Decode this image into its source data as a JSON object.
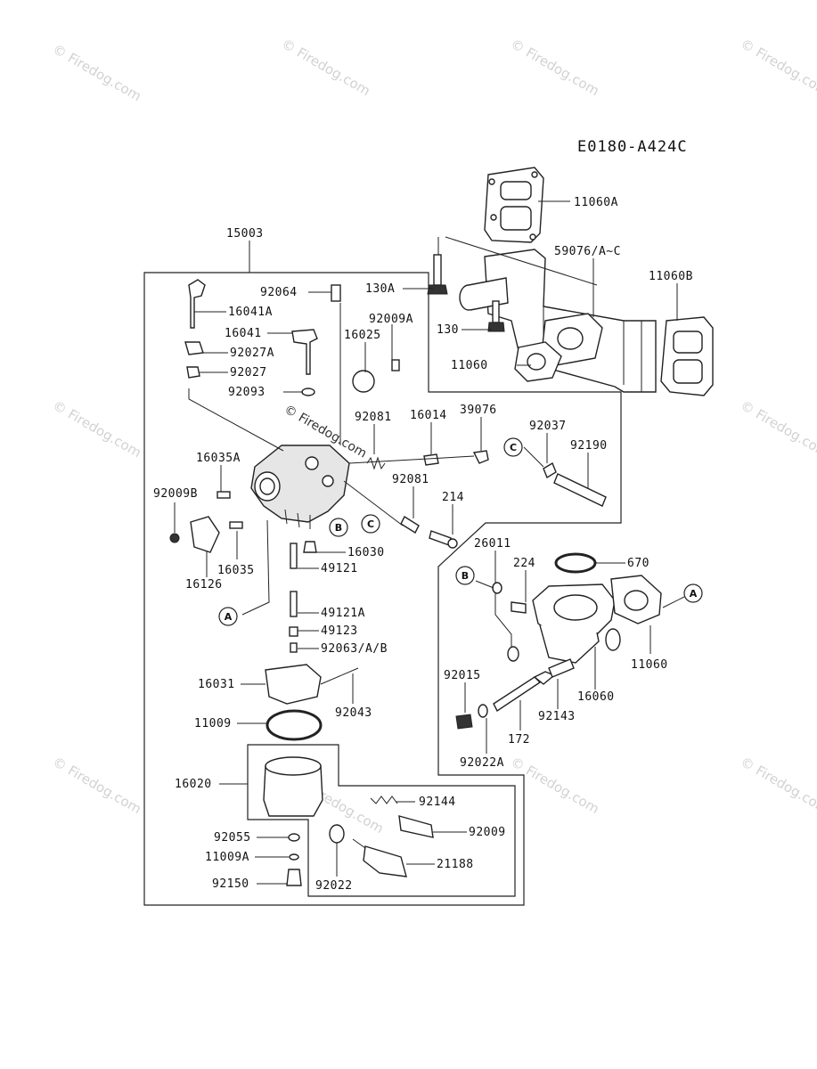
{
  "diagram_code": "E0180-A424C",
  "watermark": "© Firedog.com",
  "callouts": [
    "A",
    "B",
    "C"
  ],
  "parts": {
    "p15003": "15003",
    "p92064": "92064",
    "p16041A": "16041A",
    "p16041": "16041",
    "p92027A": "92027A",
    "p92027": "92027",
    "p92093": "92093",
    "p16025": "16025",
    "p92009A": "92009A",
    "p130A": "130A",
    "p130": "130",
    "p11060A": "11060A",
    "p59076": "59076/A~C",
    "p11060B": "11060B",
    "p11060_top": "11060",
    "p92081a": "92081",
    "p16014": "16014",
    "p39076": "39076",
    "p92037": "92037",
    "p92190": "92190",
    "p16035A": "16035A",
    "p92009B": "92009B",
    "p92081b": "92081",
    "p214": "214",
    "p16030": "16030",
    "p16035": "16035",
    "p16126": "16126",
    "p49121": "49121",
    "p49121A": "49121A",
    "p49123": "49123",
    "p92063": "92063/A/B",
    "p26011": "26011",
    "p224": "224",
    "p670": "670",
    "p11060_right": "11060",
    "p16060": "16060",
    "p92015": "92015",
    "p92143": "92143",
    "p172": "172",
    "p92022A": "92022A",
    "p16031": "16031",
    "p92043": "92043",
    "p11009": "11009",
    "p16020": "16020",
    "p92144": "92144",
    "p92009": "92009",
    "p92055": "92055",
    "p11009A": "11009A",
    "p21188": "21188",
    "p92150": "92150",
    "p92022": "92022"
  }
}
